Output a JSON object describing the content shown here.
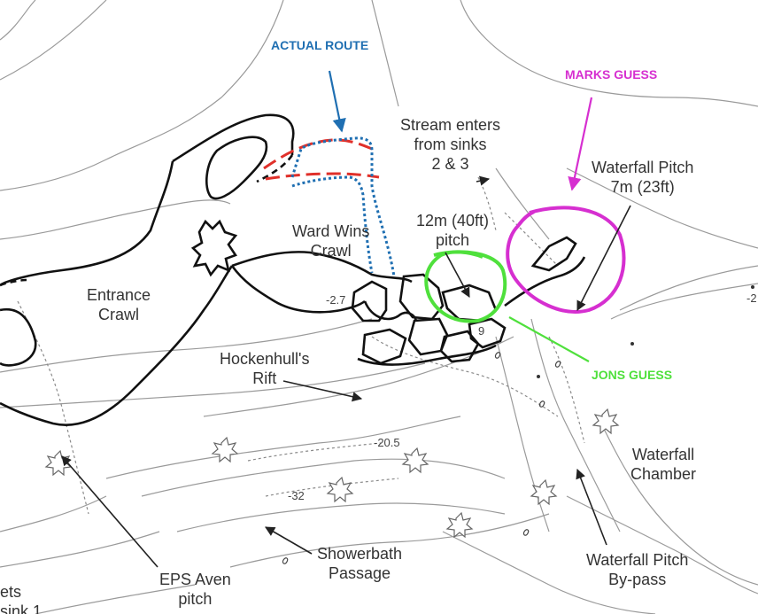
{
  "annotations": {
    "actual_route": "ACTUAL ROUTE",
    "marks_guess": "MARKS GUESS",
    "jons_guess": "JONS GUESS"
  },
  "labels": {
    "stream_line1": "Stream enters",
    "stream_line2": "from sinks",
    "stream_line3": "2 & 3",
    "waterfall_pitch_line1": "Waterfall Pitch",
    "waterfall_pitch_line2": "7m (23ft)",
    "pitch12_line1": "12m (40ft)",
    "pitch12_line2": "pitch",
    "ward_line1": "Ward Wins",
    "ward_line2": "Crawl",
    "entrance_line1": "Entrance",
    "entrance_line2": "Crawl",
    "hockenhull_line1": "Hockenhull's",
    "hockenhull_line2": "Rift",
    "waterfall_chamber_line1": "Waterfall",
    "waterfall_chamber_line2": "Chamber",
    "eps_line1": "EPS Aven",
    "eps_line2": "pitch",
    "showerbath_line1": "Showerbath",
    "showerbath_line2": "Passage",
    "bypass_line1": "Waterfall Pitch",
    "bypass_line2": "By-pass",
    "edge_left1": "ets",
    "edge_left2": "sink 1"
  },
  "depths": {
    "d1": "-2.7",
    "d2": "-20.5",
    "d3": "-32",
    "d4": "-2",
    "d5": "9"
  },
  "colors": {
    "actual_route": "#1f6fb2",
    "marks_guess": "#d62fd0",
    "jons_guess": "#4fe03c",
    "red_marks": "#e0302a",
    "cave_outline": "#111111",
    "cave_lines": "#9a9a9a"
  }
}
